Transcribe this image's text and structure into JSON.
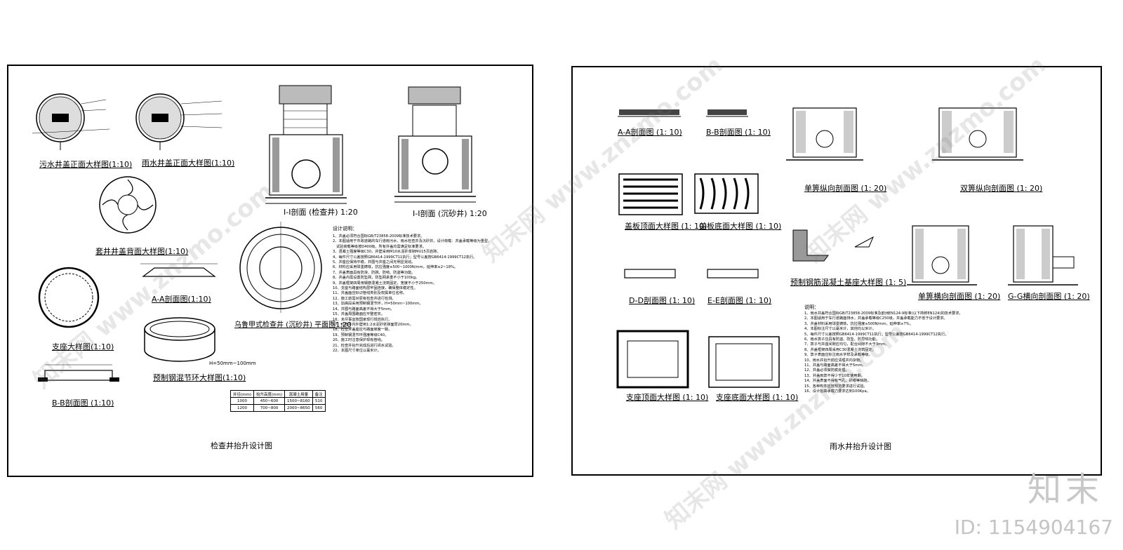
{
  "left": {
    "title": "检查井抬升设计图",
    "labels": {
      "sewer_cover": "污水井盖正面大样图(1:10)",
      "rain_cover": "雨水井盖正面大样图(1:10)",
      "back_cover": "套井井盖背面大样图(1:10)",
      "support": "支座大样图(1:10)",
      "bb": "B-B剖面图 (1:10)",
      "aa": "A-A剖面图(1:10)",
      "ring": "预制钢混节环大样图(1:10)",
      "section_check": "I-I剖面 (检查井) 1:20",
      "section_sand": "I-I剖面 (沉砂井) 1:20",
      "plan": "乌鲁甲式检查井 (沉砂井) 平面图1:20",
      "h_note": "H=50mm~100mm"
    },
    "notes_title": "设计说明：",
    "notes": [
      "1、井盖必须符合国标GB/T23858-2009标准技术要求。",
      "2、本图适用于市政道路的车行道雨污水、雨水检查井及沉砂井。设计荷载：井盖承载等级为重型，",
      "   试验荷载等级按D400级。所有井盖均需满足标准要求。",
      "3、混凝土强度等级C30，井壁采用M10水泥砂浆砌MU15页岩砖。",
      "4、每件尺寸公差按照GB6414-1999CT11执行；型号公差按GB6414-1999CT12执行。",
      "5、井座应保持平稳，井圈与井座之间无明显晃动。",
      "6、材料应采用球墨铸铁，抗拉强度≥500~1000N/mm，延伸率≥2~18%。",
      "7、井盖表面具有防滑、防跳、防响、防盗等功能。",
      "8、井盖内需设置防坠网，防坠网承重不小于100kg。",
      "9、井盖框架四周用钢筋混凝土浇筑固定，宽度不小于250mm。",
      "10、支座与路面结构层牢固连接，确保整体稳定性。",
      "11、井盖面应标识管线类别及权属单位名称。",
      "12、施工前需对原有检查井进行检测。",
      "13、加高段采用预制钢混节环，H=50mm~100mm。",
      "14、井圈与路面高差不得大于5mm。",
      "15、井盖周围路面应平整密实。",
      "16、未尽事宜按国家现行规范执行。",
      "17、检查井内外壁用1:2水泥砂浆抹面厚20mm。",
      "18、检查井盖座应与路面坡度一致。",
      "19、预制钢混节环强度等级C40。",
      "20、施工时注意保护现有管线。",
      "21、检查井抬升完成后进行闭水试验。",
      "22、本图尺寸单位以毫米计。"
    ],
    "table": {
      "headers": [
        "井径(mm)",
        "抬升高度(mm)",
        "混凝土用量",
        "备注"
      ],
      "rows": [
        [
          "1000",
          "450~600",
          "1500~8160",
          "510"
        ],
        [
          "1200",
          "700~800",
          "2000~8650",
          "560"
        ]
      ]
    }
  },
  "right": {
    "title": "雨水井抬升设计图",
    "labels": {
      "aa": "A-A剖面图 (1: 10)",
      "bb": "B-B剖面图 (1: 10)",
      "single_long": "单箅纵向剖面图 (1: 20)",
      "double_long": "双箅纵向剖面图 (1: 20)",
      "cover_top": "盖板顶面大样图 (1: 10)",
      "cover_bottom": "盖板底面大样图 (1: 10)",
      "precast_base": "预制钢筋混凝土基座大样图 (1: 5)",
      "single_cross": "单箅横向剖面图 (1: 20)",
      "gg": "G-G横向剖面图 (1: 20)",
      "dd": "D-D剖面图 (1: 10)",
      "ee": "E-E剖面图 (1: 10)",
      "support_top": "支座顶面大样图 (1: 10)",
      "support_bottom": "支座底面大样图 (1: 10)"
    },
    "notes_title": "说明：",
    "notes": [
      "1、雨水井盖符合国标GB/T23858-2009标准及欧洲EN124-9标准(以下简称EN124)的技术要求。",
      "2、本图适用于车行道路面排水，井盖承载等级C250级，井盖承载能力不低于设计要求。",
      "3、井盖材料采用球墨铸铁，抗拉强度≥500N/mm，延伸率≥7%。",
      "4、本图标注尺寸以毫米计，其他均以米计。",
      "5、每件尺寸公差按照GB6414-1999CT11执行；型号公差按GB6414-1999CT12执行。",
      "6、雨水箅子应具有防盗、防坠、防异响功能。",
      "7、箅子与井座间隙应均匀，配合间隙不大于3mm。",
      "8、井盖框架四周采用C30混凝土浇筑固定。",
      "9、箅子表面应标注雨水字样及承载等级。",
      "10、雨水井抬升前应清理井内杂物。",
      "11、井盖与路面高差不得大于5mm。",
      "12、井盖必须做防腐处理。",
      "13、井盖雨箅不得少于10年使用期。",
      "14、井盖表面不得有气孔、砂眼等缺陷。",
      "15、各种构件应按规范要求进行试验。",
      "16、设计抬高承载力要求达到100Kpa。"
    ]
  },
  "watermarks": {
    "site": "知末网 www.znzmo.com"
  },
  "brand": {
    "name": "知末",
    "id": "ID: 1154904167"
  }
}
